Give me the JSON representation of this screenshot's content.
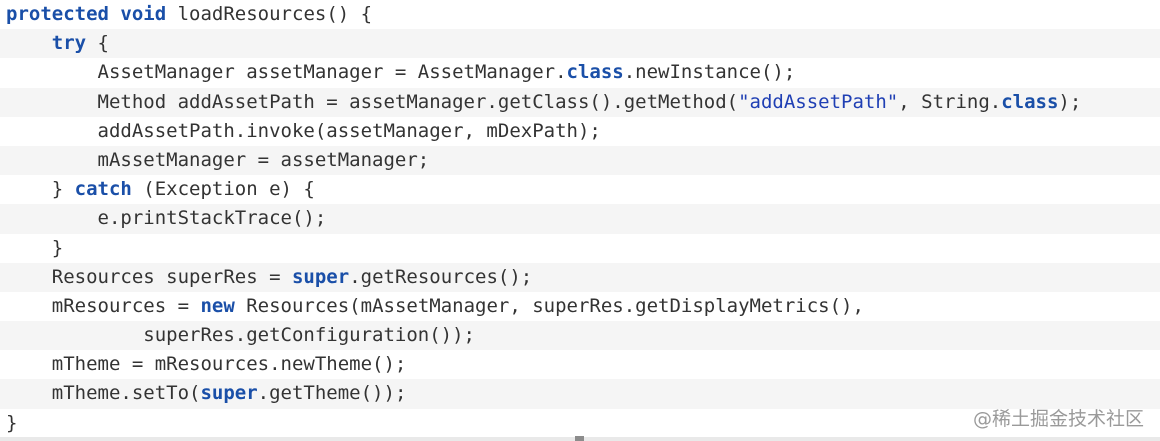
{
  "code": {
    "lines": [
      [
        {
          "t": "protected",
          "k": "kw"
        },
        {
          "t": " "
        },
        {
          "t": "void",
          "k": "kw"
        },
        {
          "t": " loadResources() {"
        }
      ],
      [
        {
          "t": "    "
        },
        {
          "t": "try",
          "k": "kw"
        },
        {
          "t": " {"
        }
      ],
      [
        {
          "t": "        AssetManager assetManager = AssetManager."
        },
        {
          "t": "class",
          "k": "kw"
        },
        {
          "t": ".newInstance();"
        }
      ],
      [
        {
          "t": "        Method addAssetPath = assetManager.getClass().getMethod("
        },
        {
          "t": "\"addAssetPath\"",
          "k": "str"
        },
        {
          "t": ", String."
        },
        {
          "t": "class",
          "k": "kw"
        },
        {
          "t": ");"
        }
      ],
      [
        {
          "t": "        addAssetPath.invoke(assetManager, mDexPath);"
        }
      ],
      [
        {
          "t": "        mAssetManager = assetManager;"
        }
      ],
      [
        {
          "t": "    } "
        },
        {
          "t": "catch",
          "k": "kw"
        },
        {
          "t": " (Exception e) {"
        }
      ],
      [
        {
          "t": "        e.printStackTrace();"
        }
      ],
      [
        {
          "t": "    }"
        }
      ],
      [
        {
          "t": "    Resources superRes = "
        },
        {
          "t": "super",
          "k": "kw"
        },
        {
          "t": ".getResources();"
        }
      ],
      [
        {
          "t": "    mResources = "
        },
        {
          "t": "new",
          "k": "kw"
        },
        {
          "t": " Resources(mAssetManager, superRes.getDisplayMetrics(),"
        }
      ],
      [
        {
          "t": "            superRes.getConfiguration());"
        }
      ],
      [
        {
          "t": "    mTheme = mResources.newTheme();"
        }
      ],
      [
        {
          "t": "    mTheme.setTo("
        },
        {
          "t": "super",
          "k": "kw"
        },
        {
          "t": ".getTheme());"
        }
      ],
      [
        {
          "t": "}"
        }
      ]
    ]
  },
  "watermark": "@稀土掘金技术社区",
  "colors": {
    "keyword": "#1a4fa8",
    "string": "#1f3fb4",
    "text": "#333333",
    "stripe": "#f5f5f5"
  }
}
